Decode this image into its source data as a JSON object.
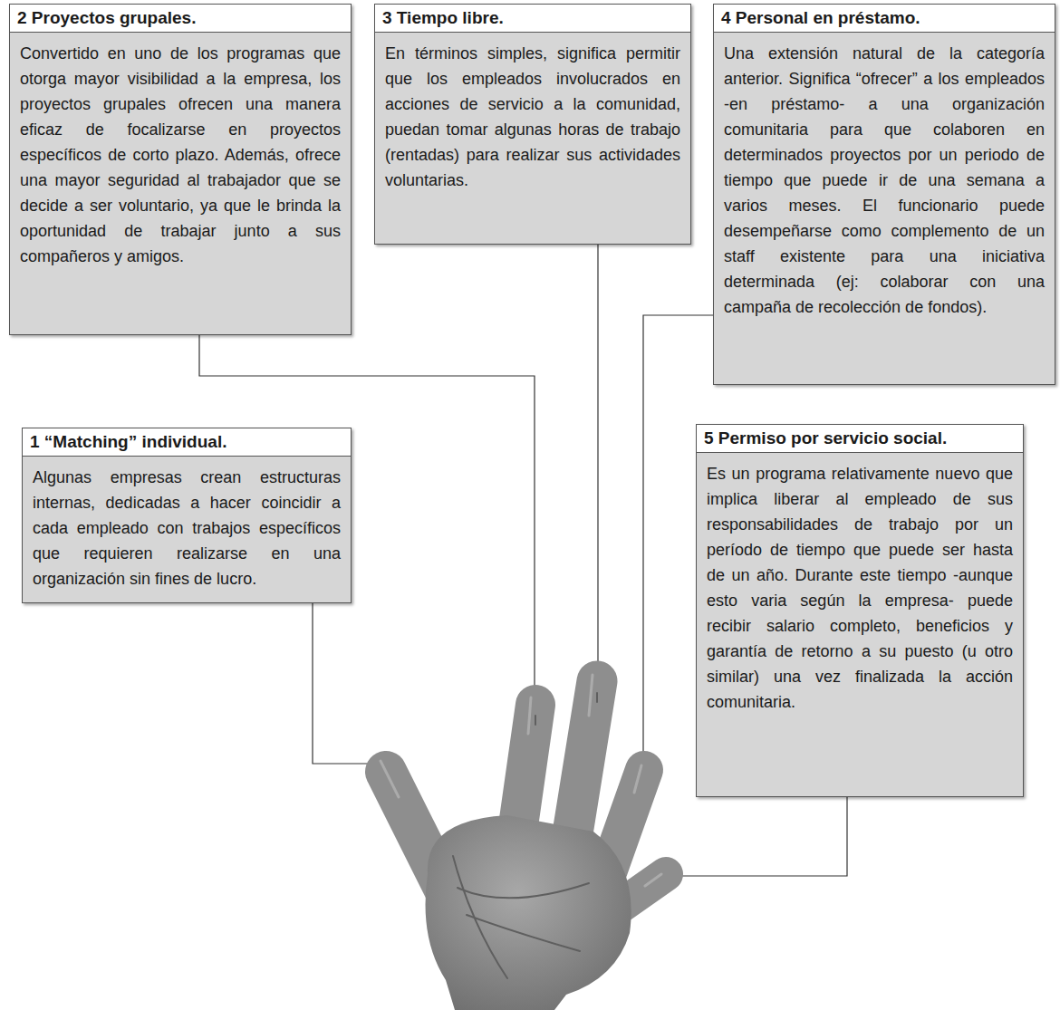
{
  "diagram": {
    "nodes": [
      {
        "text": [
          "2 Proyectos grupales.",
          "Convertido en uno de los programas que otorga mayor visibilidad a la empresa, los proyectos grupales ofrecen una manera eficaz de focalizarse en proyectos específicos de corto plazo. Además, ofrece una mayor seguridad al trabajador que se decide a ser voluntario, ya que le brinda la oportunidad de trabajar junto a sus compañeros y amigos."
        ]
      },
      {
        "text": [
          "3 Tiempo libre.",
          "En términos simples, significa permitir que los empleados involucrados en acciones de servicio a la comunidad, puedan tomar algunas horas de trabajo (rentadas) para realizar sus actividades voluntarias."
        ]
      },
      {
        "text": [
          "4 Personal en préstamo.",
          "Una extensión natural de la categoría anterior. Significa “ofrecer” a los empleados -en préstamo- a una organización comunitaria para que colaboren en determinados proyectos por un periodo de tiempo que puede ir de una semana a varios meses. El funcionario puede desempeñarse como complemento de un staff existente para una iniciativa determinada (ej: colaborar con una campaña de recolección de fondos)."
        ]
      },
      {
        "text": [
          "1 “Matching” individual.",
          "Algunas empresas crean estructuras internas, dedicadas a hacer coincidir a cada empleado con trabajos específicos que requieren realizarse en una organización sin fines de lucro."
        ]
      },
      {
        "text": [
          "5 Permiso por servicio social.",
          "Es un programa relativamente nuevo que implica liberar al empleado de sus responsabilidades de trabajo por un período de tiempo que puede ser hasta de un año. Durante este tiempo -aunque esto varia según la empresa- puede recibir salario completo, beneficios y garantía de retorno a su puesto (u otro similar) una vez finalizada la acción comunitaria."
        ]
      }
    ]
  }
}
